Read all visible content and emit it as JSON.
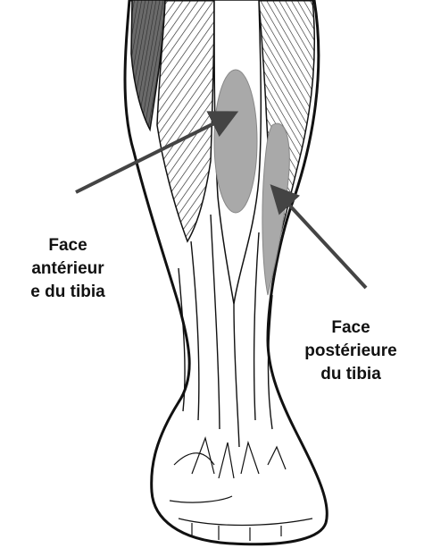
{
  "labels": {
    "anterior": {
      "lines": [
        "Face",
        "antérieur",
        "e du tibia"
      ]
    },
    "posterior": {
      "lines": [
        "Face",
        "postérieure",
        "du tibia"
      ]
    }
  },
  "colors": {
    "outline": "#111111",
    "highlight": "#a9a9a9",
    "muscle_dark": "#555555",
    "arrow": "#444444",
    "background": "#ffffff"
  }
}
